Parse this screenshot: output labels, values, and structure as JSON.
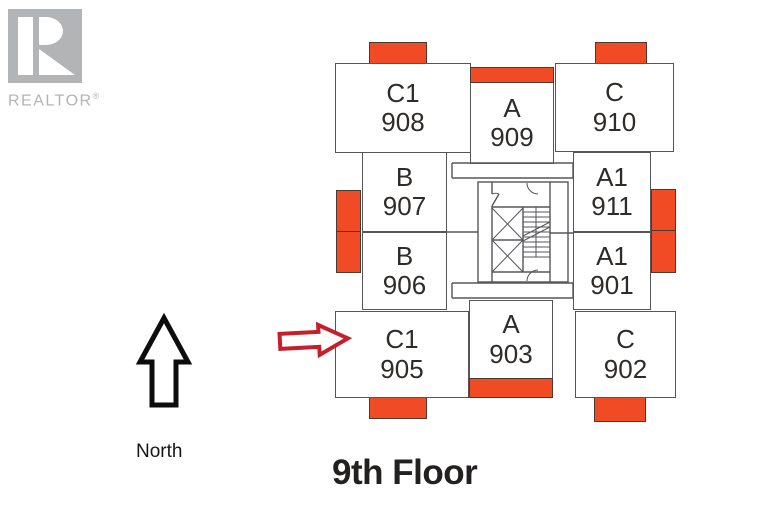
{
  "branding": {
    "logo_text": "REALTOR",
    "registered": "®"
  },
  "compass": {
    "label": "North"
  },
  "title": "9th Floor",
  "pointer": {
    "points_to_unit": "905",
    "direction": "right"
  },
  "floorplan": {
    "units": [
      {
        "type": "C1",
        "number": "908"
      },
      {
        "type": "A",
        "number": "909"
      },
      {
        "type": "C",
        "number": "910"
      },
      {
        "type": "B",
        "number": "907"
      },
      {
        "type": "A1",
        "number": "911"
      },
      {
        "type": "B",
        "number": "906"
      },
      {
        "type": "A1",
        "number": "901"
      },
      {
        "type": "C1",
        "number": "905"
      },
      {
        "type": "A",
        "number": "903"
      },
      {
        "type": "C",
        "number": "902"
      }
    ],
    "colors": {
      "balcony": "#f04b25",
      "balcony_border": "#4a3a30",
      "wall": "#55565a",
      "unit_text": "#2e2b28",
      "arrow_red": "#c5202a",
      "title_text": "#232020",
      "logo_gray": "#b2b4b6"
    }
  }
}
